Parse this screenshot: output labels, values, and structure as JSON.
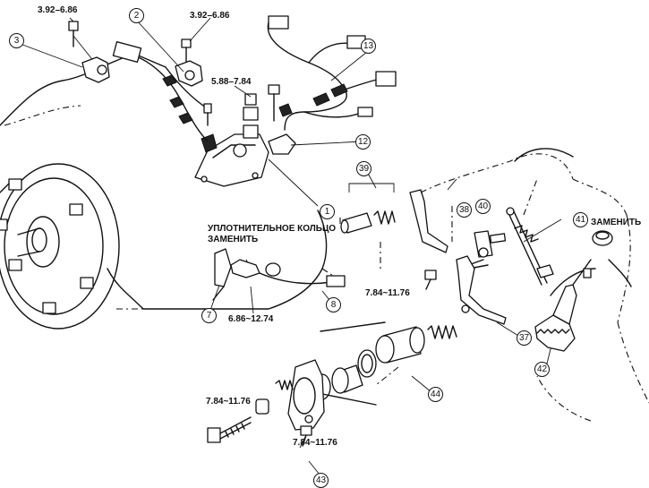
{
  "torques": {
    "t_top_left": "3.92–6.86",
    "t_top_mid": "3.92–6.86",
    "t_mid": "5.88–7.84",
    "t_right_bolt": "7.84~11.76",
    "t_sensor": "6.86~12.74",
    "t_lower_left": "7.84~11.76",
    "t_lower_mid": "7.84~11.76"
  },
  "notes": {
    "seal_line1": "УПЛОТНИТЕЛЬНОЕ КОЛЬЦО",
    "seal_line2": "ЗАМЕНИТЬ",
    "replace": "ЗАМЕНИТЬ"
  },
  "callouts": {
    "c1": "1",
    "c2": "2",
    "c3": "3",
    "c7": "7",
    "c8": "8",
    "c12": "12",
    "c13": "13",
    "c37": "37",
    "c38": "38",
    "c39": "39",
    "c40": "40",
    "c41": "41",
    "c42": "42",
    "c43": "43",
    "c44": "44"
  }
}
